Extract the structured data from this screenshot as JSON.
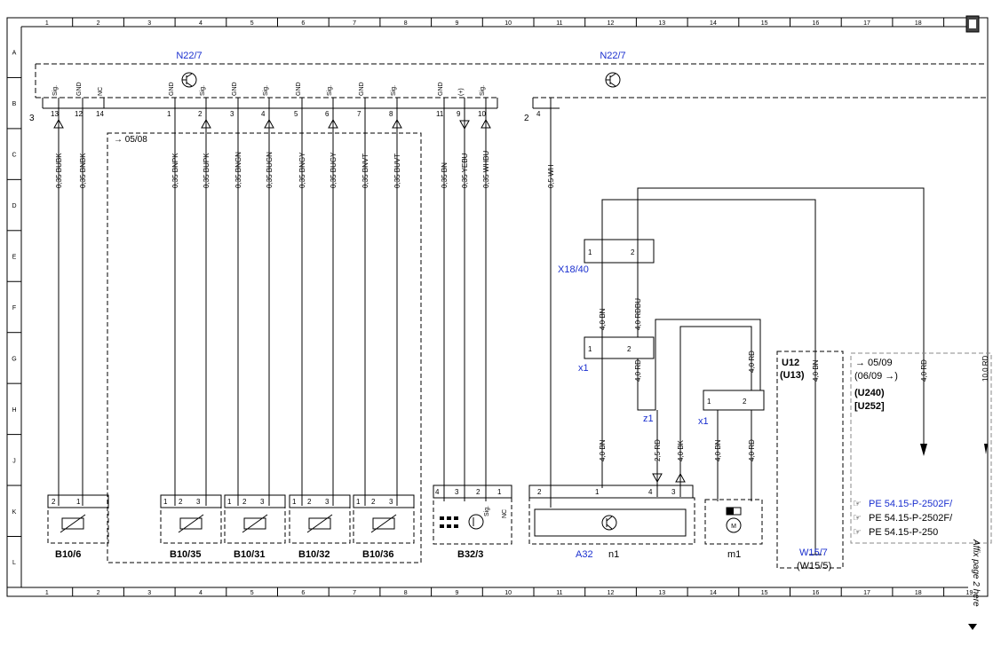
{
  "grid": {
    "columns": [
      "1",
      "2",
      "3",
      "4",
      "5",
      "6",
      "7",
      "8",
      "9",
      "10",
      "11",
      "12",
      "13",
      "14",
      "15",
      "16",
      "17",
      "18",
      "19"
    ],
    "rows": [
      "A",
      "B",
      "C",
      "D",
      "E",
      "F",
      "G",
      "H",
      "J",
      "K",
      "L"
    ]
  },
  "modules": {
    "left": "N22/7",
    "right": "N22/7"
  },
  "connector_left_no": "3",
  "connector_right_no": "2",
  "variant_note": "→ 05/08",
  "pins_left": [
    {
      "name": "Sig.",
      "no": "13"
    },
    {
      "name": "GND",
      "no": "12"
    },
    {
      "name": "NC",
      "no": "14"
    },
    {
      "name": "GND",
      "no": "1"
    },
    {
      "name": "Sig.",
      "no": "2"
    },
    {
      "name": "GND",
      "no": "3"
    },
    {
      "name": "Sig.",
      "no": "4"
    },
    {
      "name": "GND",
      "no": "5"
    },
    {
      "name": "Sig.",
      "no": "6"
    },
    {
      "name": "GND",
      "no": "7"
    },
    {
      "name": "Sig.",
      "no": "8"
    },
    {
      "name": "GND",
      "no": "11"
    },
    {
      "name": "(+)",
      "no": "9"
    },
    {
      "name": "Sig.",
      "no": "10"
    }
  ],
  "pin_right": "4",
  "wires": [
    "0,35 BUBK",
    "0,35 BNBK",
    "0,35 BNPK",
    "0,35 BUPK",
    "0,35 BNGN",
    "0,35 BUGN",
    "0,35 BNGY",
    "0,35 BUGY",
    "0,35 BNVT",
    "0,35 BUVT",
    "0,35 BN",
    "0,35 YEBU",
    "0,35 WHBU",
    "0,5 WH"
  ],
  "wires_right": [
    "4,0 BN",
    "4,0 RDBU",
    "4,0 RD",
    "4,0 RD",
    "4,0 BN",
    "2,5 RD",
    "4,0 BK",
    "4,0 BN",
    "4,0 RD",
    "4,0 BN",
    "4,0 RD",
    "10,0 RD"
  ],
  "connectors": {
    "x18_40": "X18/40",
    "x1_a": "x1",
    "x1_b": "x1",
    "z1": "z1",
    "pin1": "1",
    "pin2": "2"
  },
  "sensors": {
    "b10_6": {
      "label": "B10/6",
      "pins": [
        "2",
        "1"
      ]
    },
    "b10_35": {
      "label": "B10/35",
      "pins": [
        "1",
        "2",
        "3"
      ]
    },
    "b10_31": {
      "label": "B10/31",
      "pins": [
        "1",
        "2",
        "3"
      ]
    },
    "b10_32": {
      "label": "B10/32",
      "pins": [
        "1",
        "2",
        "3"
      ]
    },
    "b10_36": {
      "label": "B10/36",
      "pins": [
        "1",
        "2",
        "3"
      ]
    },
    "b32_3": {
      "label": "B32/3",
      "pins": [
        "4",
        "3",
        "2",
        "1"
      ],
      "sig": "Sig.",
      "nc": "NC"
    }
  },
  "a32": {
    "label": "A32",
    "sub": "n1",
    "pins": [
      "2",
      "1",
      "4",
      "3"
    ]
  },
  "m1": {
    "label": "m1",
    "sym": "M"
  },
  "u12": {
    "code1": "U12",
    "code2": "(U13)",
    "wire": "4,0 BN",
    "w15_7": "W15/7",
    "w15_5": "(W15/5)"
  },
  "note_right": {
    "line1": "→ 05/09",
    "line2": "(06/09  →)",
    "line3": "(U240)",
    "line4": "[U252]"
  },
  "refs": [
    "PE 54.15-P-2502F/",
    "PE 54.15-P-2502F/",
    "PE 54.15-P-250"
  ],
  "side_note": "Affix page 2 here"
}
